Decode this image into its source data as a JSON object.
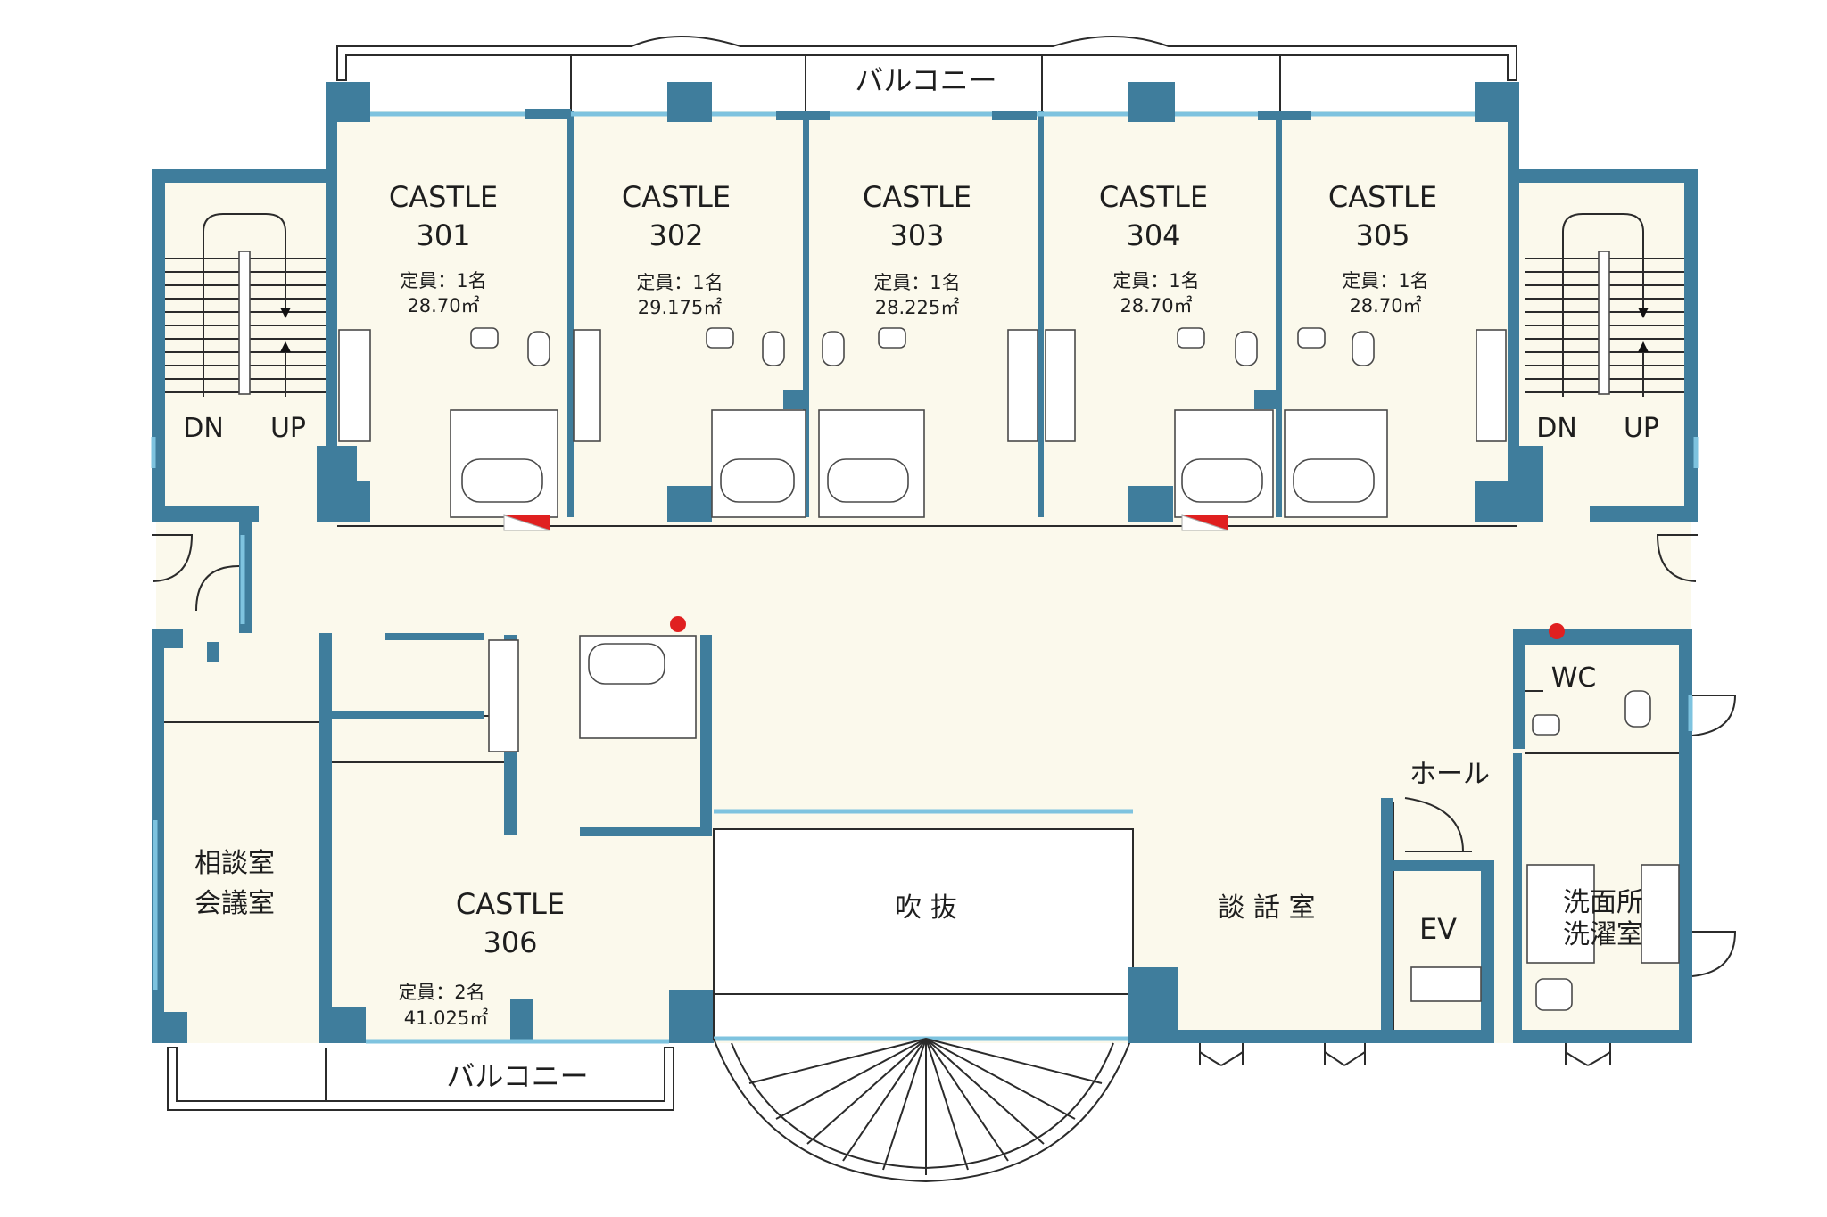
{
  "plan": {
    "balcony_top": "バルコニー",
    "balcony_bottom": "バルコニー",
    "rooms": [
      {
        "name": "CASTLE",
        "number": "301",
        "capacity": "定員：1名",
        "area": "28.70㎡"
      },
      {
        "name": "CASTLE",
        "number": "302",
        "capacity": "定員：1名",
        "area": "29.175㎡"
      },
      {
        "name": "CASTLE",
        "number": "303",
        "capacity": "定員：1名",
        "area": "28.225㎡"
      },
      {
        "name": "CASTLE",
        "number": "304",
        "capacity": "定員：1名",
        "area": "28.70㎡"
      },
      {
        "name": "CASTLE",
        "number": "305",
        "capacity": "定員：1名",
        "area": "28.70㎡"
      },
      {
        "name": "CASTLE",
        "number": "306",
        "capacity": "定員：2名",
        "area": "41.025㎡"
      }
    ],
    "stairs": {
      "down": "DN",
      "up": "UP"
    },
    "consult_room": [
      "相談室",
      "会議室"
    ],
    "atrium": "吹 抜",
    "lounge": "談 話 室",
    "hall": "ホール",
    "wc": "WC",
    "elevator": "EV",
    "washroom": [
      "洗面所",
      "洗濯室"
    ]
  },
  "colors": {
    "wall": "#3f7d9c",
    "room_fill": "#fbf9ec",
    "glass": "#7ec3df",
    "marker": "#e02020"
  }
}
